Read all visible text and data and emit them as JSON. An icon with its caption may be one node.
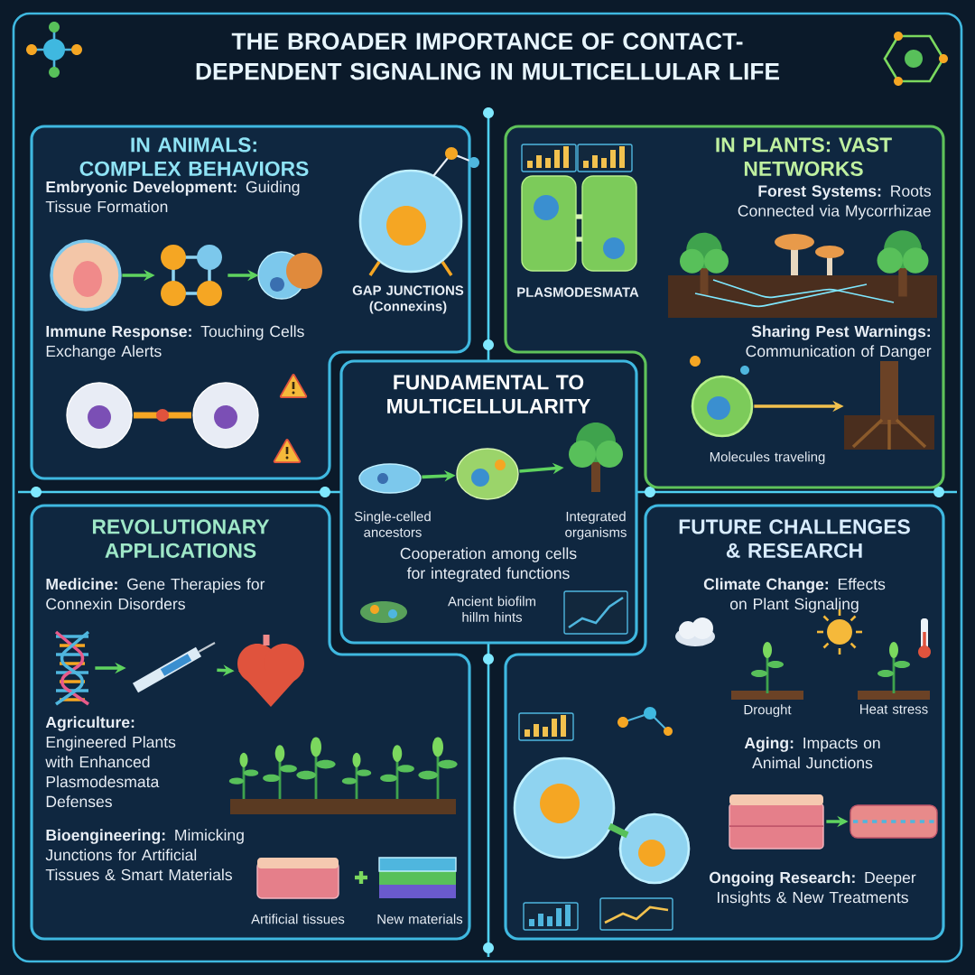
{
  "diagram": {
    "title": "THE BROADER IMPORTANCE OF CONTACT-DEPENDENT SIGNALING IN MULTICELLULAR LIFE",
    "nodes": [
      {
        "text": [
          "IN ANIMALS: COMPLEX BEHAVIORS",
          "**Embryonic Development:** Guiding Tissue Formation",
          "GAP JUNCTIONS (Connexins)",
          "**Immune Response:** Touching Cells Exchange Alerts"
        ]
      },
      {
        "text": [],
        "shape": "picture",
        "in": 0
      },
      {
        "text": [],
        "shape": "picture",
        "in": 0
      },
      {
        "text": [],
        "shape": "picture",
        "in": 0
      },
      {
        "text": [
          "IN PLANTS: VAST NETWORKS",
          "PLASMODESMATA",
          "**Forest Systems:** Roots Connected via Mycorrhizae",
          "**Sharing Pest Warnings:** Communication of Danger",
          "Molecules traveling"
        ]
      },
      {
        "text": [],
        "shape": "picture",
        "in": 4
      },
      {
        "text": [],
        "shape": "picture",
        "in": 4
      },
      {
        "text": [
          "FUNDAMENTAL TO MULTICELLULARITY",
          "Single-celled ancestors",
          "Integrated organisms",
          "Cooperation among cells for integrated functions",
          "Ancient biofilm hillm hints"
        ]
      },
      {
        "text": [],
        "shape": "picture",
        "in": 7
      },
      {
        "text": [],
        "shape": "picture",
        "in": 7
      },
      {
        "text": [],
        "shape": "picture",
        "in": 7
      },
      {
        "text": [
          "REVOLUTIONARY APPLICATIONS",
          "**Medicine:** Gene Therapies for Connexin Disorders",
          "**Agriculture:** Engineered Plants with Enhanced Plasmodesmata Defenses",
          "**Bioengineering:** Mimicking Junctions for Artificial Tissues & Smart Materials",
          "Artificial tissues",
          "New materials"
        ]
      },
      {
        "text": [],
        "shape": "picture",
        "in": 11
      },
      {
        "text": [],
        "shape": "picture",
        "in": 11
      },
      {
        "text": [],
        "shape": "picture",
        "in": 11
      },
      {
        "text": [
          "FUTURE CHALLENGES & RESEARCH",
          "**Climate Change:** Effects on Plant Signaling",
          "Drought",
          "Heat stress",
          "**Aging:** Impacts on Animal Junctions",
          "**Ongoing Research:** Deeper Insights & New Treatments"
        ]
      },
      {
        "text": [],
        "shape": "picture",
        "in": 15
      },
      {
        "text": [],
        "shape": "picture",
        "in": 15
      }
    ],
    "edges": [
      {
        "from": 1,
        "to": 2,
        "arrow": "to"
      },
      {
        "from": 2,
        "to": 3,
        "arrow": "to"
      },
      {
        "from": 5,
        "to": 6,
        "arrow": "to",
        "color": "#f2c14e"
      },
      {
        "from": 8,
        "to": 9,
        "arrow": "to"
      },
      {
        "from": 9,
        "to": 10,
        "arrow": "to"
      },
      {
        "from": 12,
        "to": 13,
        "arrow": "to"
      },
      {
        "from": 13,
        "to": 14,
        "arrow": "to"
      },
      {
        "from": 16,
        "to": 17,
        "arrow": "to"
      }
    ]
  }
}
